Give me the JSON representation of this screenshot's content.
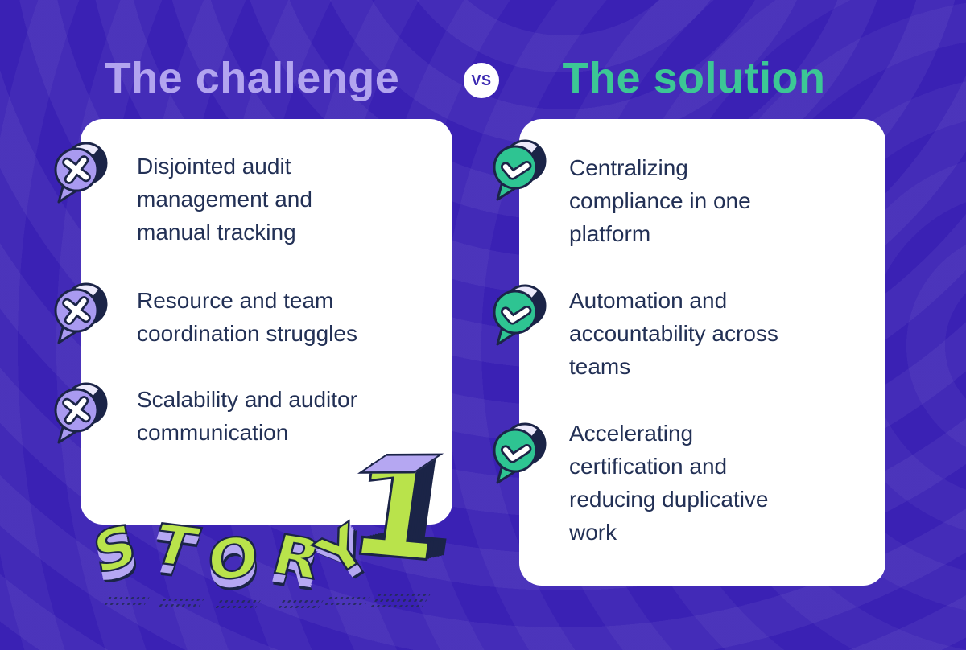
{
  "header": {
    "challenge_title": "The challenge",
    "vs_label": "VS",
    "solution_title": "The solution"
  },
  "challenge": {
    "items": [
      {
        "text": "Disjointed audit management and manual tracking",
        "lines": [
          "Disjointed audit",
          "management and",
          "manual tracking"
        ]
      },
      {
        "text": "Resource and team coordination struggles",
        "lines": [
          "Resource and team",
          "coordination struggles"
        ]
      },
      {
        "text": "Scalability and auditor communication",
        "lines": [
          "Scalability and auditor",
          "communication"
        ]
      }
    ]
  },
  "solution": {
    "items": [
      {
        "text": "Centralizing compliance in one platform",
        "lines": [
          "Centralizing",
          "compliance in one",
          "platform"
        ]
      },
      {
        "text": "Automation and accountability across teams",
        "lines": [
          "Automation and",
          "accountability across",
          "teams"
        ]
      },
      {
        "text": "Accelerating certification and reducing duplicative work",
        "lines": [
          "Accelerating",
          "certification and",
          "reducing duplicative",
          "work"
        ]
      }
    ]
  },
  "story": {
    "label": "STORY 1",
    "letters": [
      "S",
      "T",
      "O",
      "R",
      "Y"
    ],
    "number": "1"
  },
  "colors": {
    "background": "#3a21b4",
    "card": "#ffffff",
    "challenge_accent": "#b2a4ef",
    "solution_accent": "#3cc795",
    "body_text": "#223055",
    "icon_purple": "#a99af0",
    "icon_green": "#2ec492",
    "icon_rim_light": "#ece9fb",
    "outline_navy": "#1b2447",
    "story_lime": "#b9e34b",
    "story_lavender": "#b5a7f2",
    "vs_text": "#3a28b1"
  }
}
